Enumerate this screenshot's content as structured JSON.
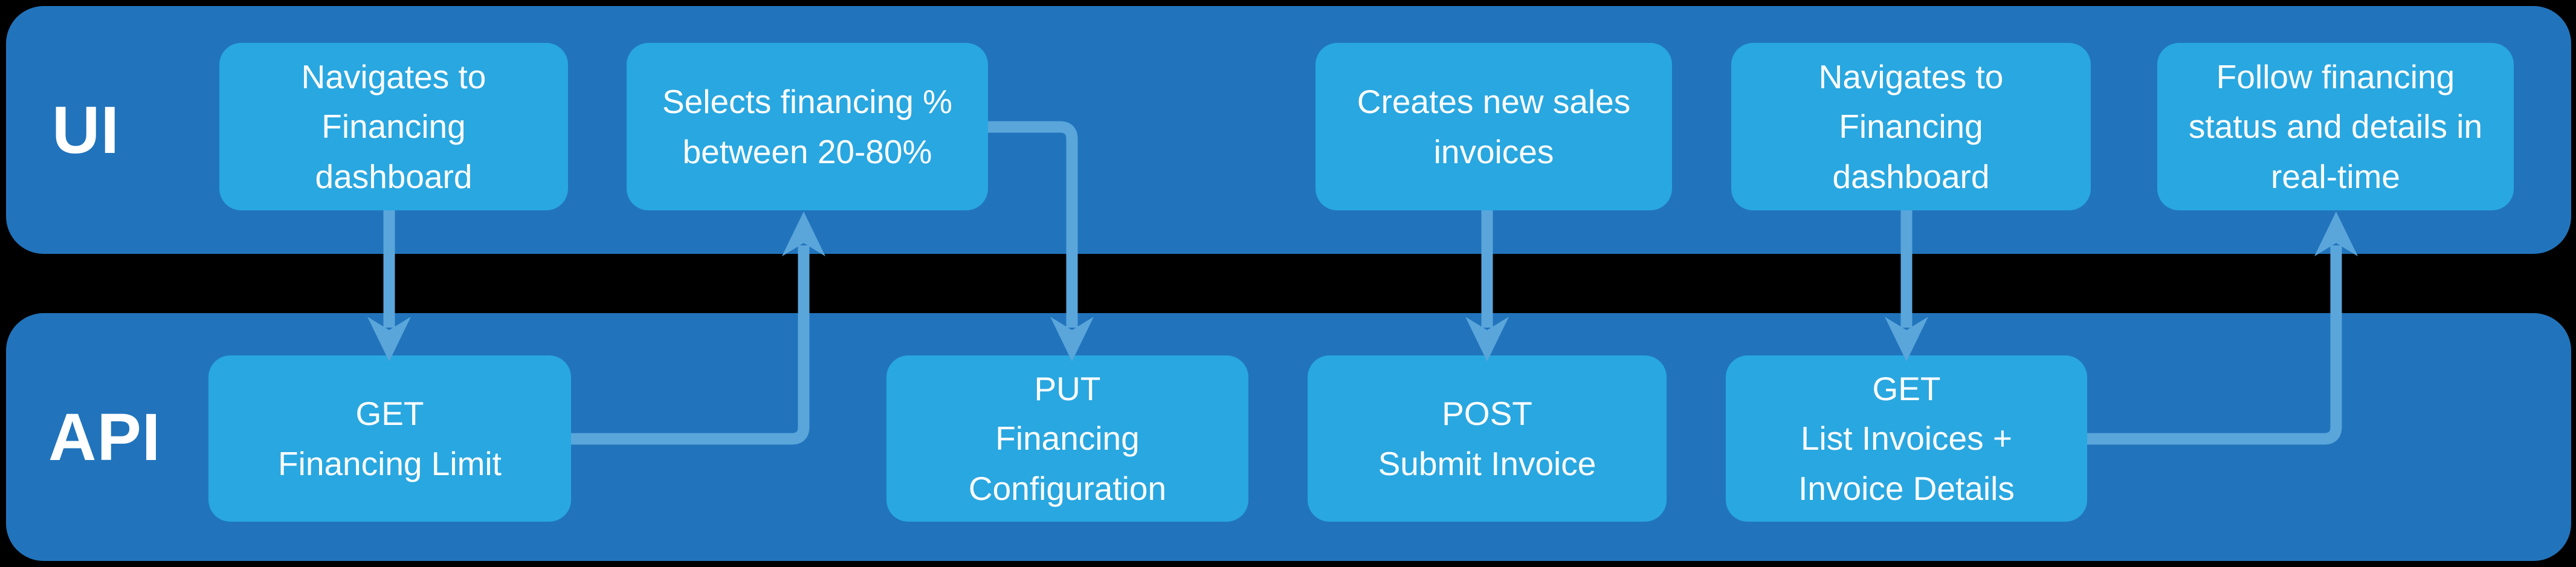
{
  "title": "UI to API financing flow swimlane diagram",
  "colors": {
    "background": "#000000",
    "lane": "#2174bc",
    "box": "#29a7e0",
    "connector": "#5aa6db",
    "text": "#ffffff"
  },
  "lanes": [
    {
      "label": "UI",
      "boxes": [
        {
          "text": "Navigates to\nFinancing\ndashboard"
        },
        {
          "text": "Selects financing %\nbetween 20-80%"
        },
        {
          "text": "Creates new sales\ninvoices"
        },
        {
          "text": "Navigates to\nFinancing\ndashboard"
        },
        {
          "text": "Follow financing\nstatus and details in\nreal-time"
        }
      ]
    },
    {
      "label": "API",
      "boxes": [
        {
          "text": "GET\nFinancing Limit"
        },
        {
          "text": "PUT\nFinancing\nConfiguration"
        },
        {
          "text": "POST\nSubmit Invoice"
        },
        {
          "text": "GET\nList Invoices +\nInvoice Details"
        }
      ]
    }
  ],
  "connectors": [
    {
      "from": "Navigates to Financing dashboard",
      "to": "GET Financing Limit",
      "direction": "down"
    },
    {
      "from": "GET Financing Limit",
      "to": "Selects financing % between 20-80%",
      "direction": "right-up"
    },
    {
      "from": "Selects financing % between 20-80%",
      "to": "PUT Financing Configuration",
      "direction": "right-down"
    },
    {
      "from": "Creates new sales invoices",
      "to": "POST Submit Invoice",
      "direction": "down"
    },
    {
      "from": "Navigates to Financing dashboard",
      "to": "GET List Invoices + Invoice Details",
      "direction": "down"
    },
    {
      "from": "GET List Invoices + Invoice Details",
      "to": "Follow financing status and details in real-time",
      "direction": "right-up"
    }
  ]
}
